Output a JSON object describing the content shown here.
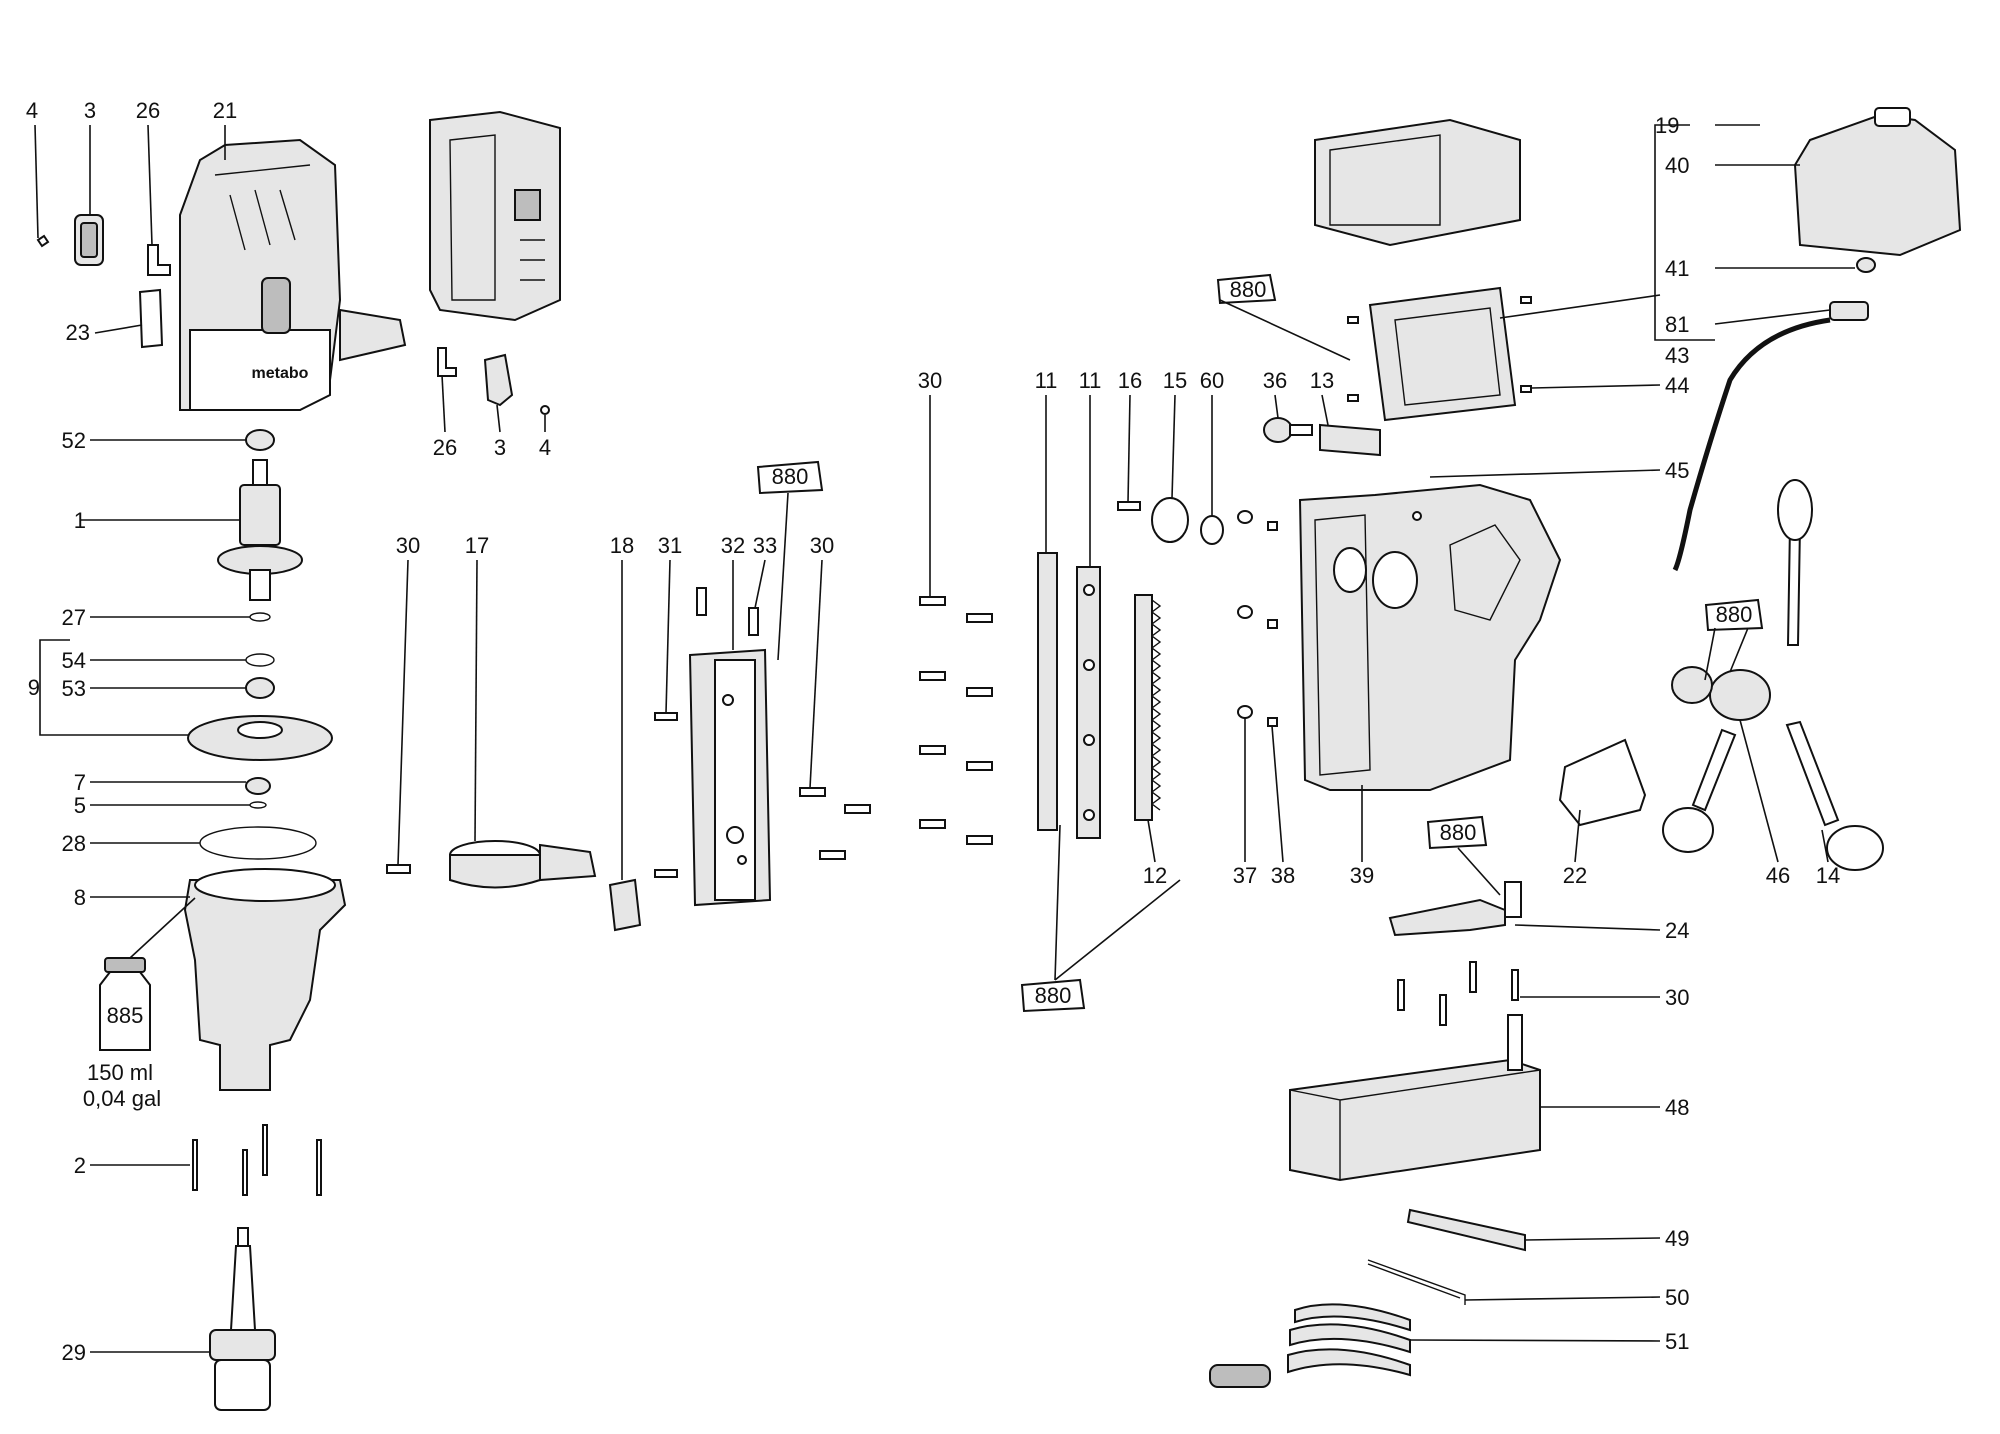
{
  "diagram": {
    "brand_logo": "metabo",
    "labels": {
      "c4a": "4",
      "c3a": "3",
      "c26a": "26",
      "c21": "21",
      "c23": "23",
      "c26b": "26",
      "c3b": "3",
      "c4b": "4",
      "c52": "52",
      "c1": "1",
      "c27": "27",
      "c54": "54",
      "c9": "9",
      "c53": "53",
      "c7": "7",
      "c5": "5",
      "c28": "28",
      "c8": "8",
      "c2": "2",
      "c29": "29",
      "c30a": "30",
      "c17": "17",
      "c18": "18",
      "c31": "31",
      "c32": "32",
      "c33": "33",
      "c30b": "30",
      "c30c": "30",
      "c11a": "11",
      "c11b": "11",
      "c16": "16",
      "c15": "15",
      "c60": "60",
      "c36": "36",
      "c13": "13",
      "c12": "12",
      "c37": "37",
      "c38": "38",
      "c39": "39",
      "c22": "22",
      "c46": "46",
      "c14": "14",
      "c19": "19",
      "c40": "40",
      "c41": "41",
      "c81": "81",
      "c43": "43",
      "c44": "44",
      "c45": "45",
      "c24": "24",
      "c30d": "30",
      "c48": "48",
      "c49": "49",
      "c50": "50",
      "c51": "51"
    },
    "tubes": {
      "t1": "880",
      "t2": "880",
      "t3": "880",
      "t4": "880",
      "t5": "880"
    },
    "bottle": {
      "label": "885",
      "caption_volume": "150 ml",
      "caption_gal": "0,04 gal"
    }
  }
}
